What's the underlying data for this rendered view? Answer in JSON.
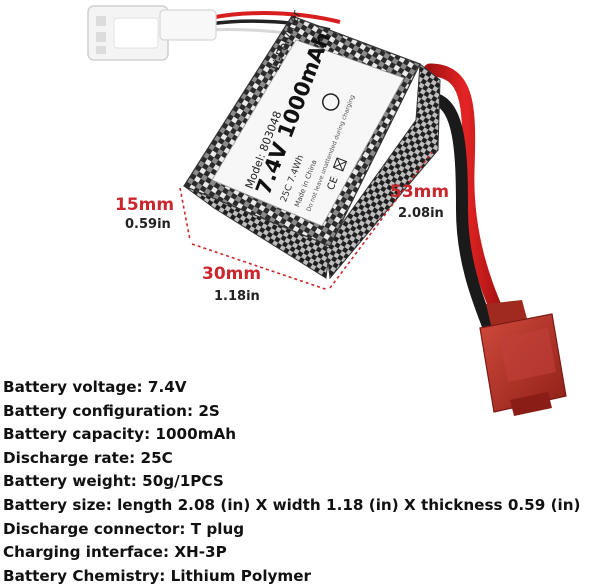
{
  "product": {
    "brand_label": "Li-Polymer",
    "voltage_capacity_label": "7.4V 1000mAh",
    "rating_label": "25C 7.4Wh",
    "model_label": "Model: 803048",
    "origin_label": "Made in China",
    "warning_label": "Do not leave unattended during charging"
  },
  "dimensions": {
    "thickness": {
      "mm": "15mm",
      "in": "0.59in"
    },
    "width": {
      "mm": "30mm",
      "in": "1.18in"
    },
    "length": {
      "mm": "53mm",
      "in": "2.08in"
    }
  },
  "colors": {
    "dimension_accent": "#c8282e",
    "connector": "#b8322a",
    "wire_red": "#d81e1e",
    "wire_black": "#1a1a1a"
  },
  "specs": [
    "Battery voltage: 7.4V",
    "Battery configuration: 2S",
    "Battery capacity: 1000mAh",
    "Discharge rate: 25C",
    "Battery weight: 50g/1PCS",
    "Battery size: length 2.08 (in) X width 1.18 (in) X thickness 0.59 (in)",
    "Discharge connector: T plug",
    "Charging interface: XH-3P",
    "Battery Chemistry: Lithium Polymer"
  ]
}
